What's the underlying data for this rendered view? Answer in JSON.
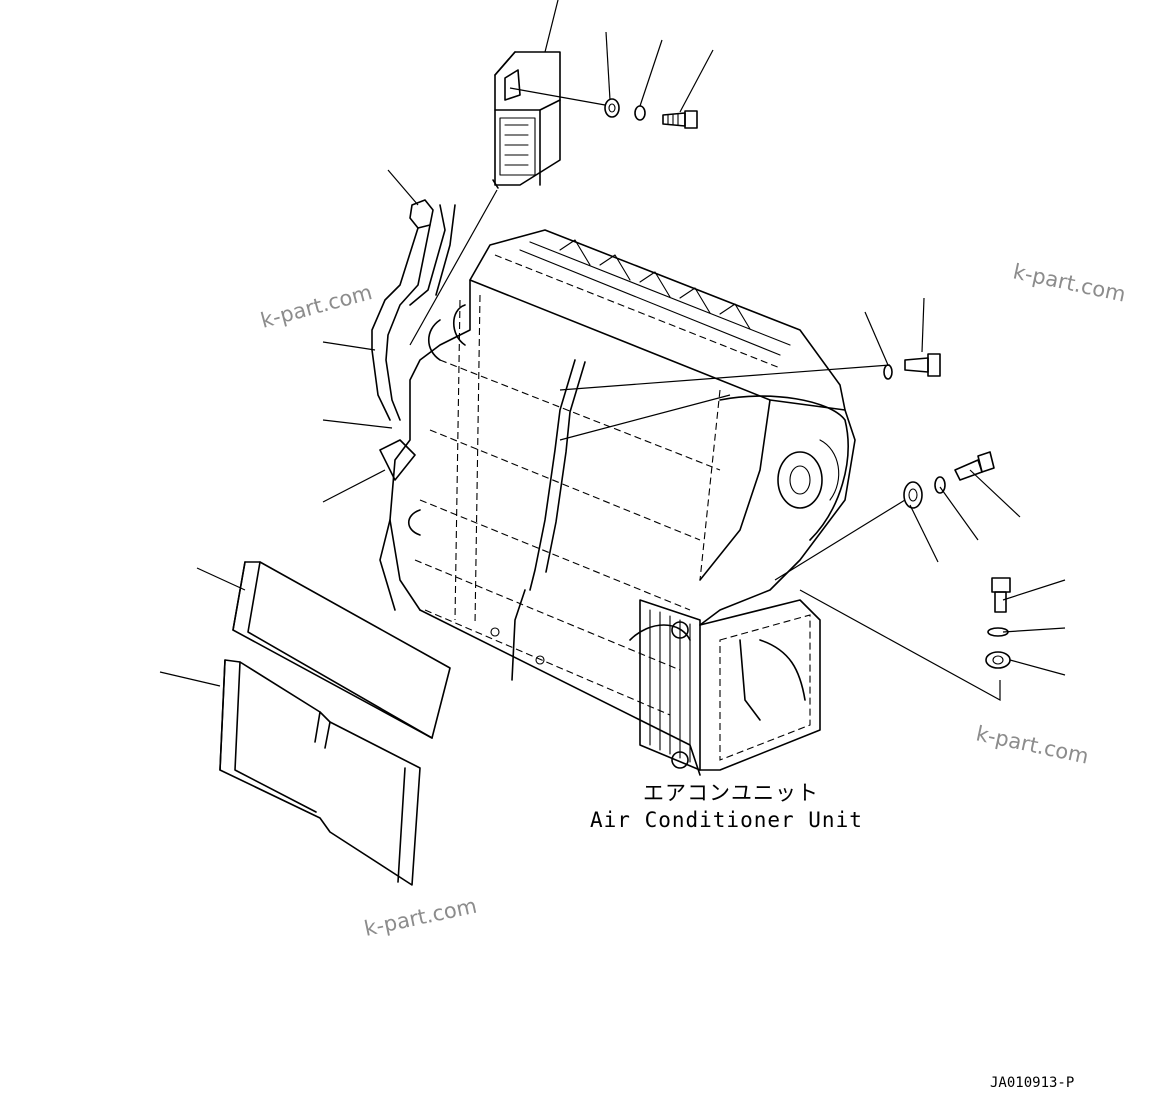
{
  "caption": {
    "japanese": "エアコンユニット",
    "english": "Air Conditioner Unit"
  },
  "drawing_code": "JA010913-P",
  "watermarks": [
    "k-part.com",
    "k-part.com",
    "k-part.com",
    "k-part.com"
  ]
}
